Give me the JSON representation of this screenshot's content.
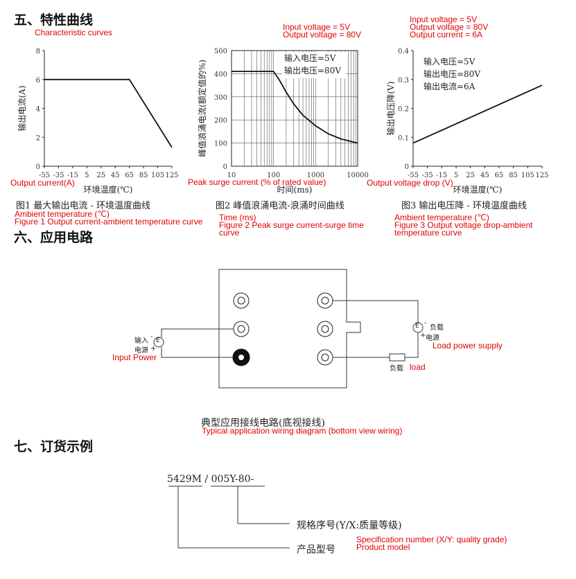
{
  "sections": {
    "five": "五、特性曲线",
    "six": "六、应用电路",
    "seven": "七、订货示例"
  },
  "annotations": {
    "characteristic_curves": "Characteristic curves",
    "fig2_conditions": [
      "Input voltage = 5V",
      "Output voltage = 80V"
    ],
    "fig3_conditions": [
      "Input voltage = 5V",
      "Output voltage = 80V",
      "Output current = 6A"
    ],
    "output_current": "Output current(A)",
    "peak_surge": "Peak surge current (% of rated value)",
    "output_voltage_drop": "Output voltage drop (V)",
    "ambient1": "Ambient temperature (℃)",
    "fig1_en": "Figure 1 Output current-ambient temperature curve",
    "time": "Time (ms)",
    "fig2_en": [
      "Figure 2 Peak surge current-surge time",
      "curve"
    ],
    "ambient3": "Ambient temperature (℃)",
    "fig3_en": [
      "Figure 3 Output voltage drop-ambient",
      "temperature curve"
    ],
    "input_power": "Input Power",
    "load_power_supply": "Load power supply",
    "load": "load",
    "typical_wiring": "Typical application wiring diagram (bottom view wiring)",
    "spec_number": "Specification number (X/Y: quality grade)",
    "product_model": "Product model"
  },
  "captions": {
    "fig1": "图1  最大输出电流 - 环境温度曲线",
    "fig2": "图2  峰值浪涌电流-浪涌时间曲线",
    "fig3": "图3  输出电压降 - 环境温度曲线",
    "circuit": "典型应用接线电路(底视接线)"
  },
  "circuit": {
    "input_label_1": "输入",
    "input_label_2": "电源",
    "input_minus": "-",
    "input_plus": "+",
    "load_minus": "-",
    "load_label_1": "负载",
    "load_plus": "+",
    "load_label_2": "电源",
    "load_box": "负载",
    "source_symbol": "E"
  },
  "order": {
    "model": "5429M",
    "separator": " / ",
    "spec": "005Y-80-",
    "spec_desc": "规格序号(Y/X:质量等级)",
    "model_desc": "产品型号"
  },
  "chart_data": [
    {
      "type": "line",
      "title": "",
      "xlabel": "环境温度(℃)",
      "ylabel": "输出电流(A)",
      "x_ticks": [
        "-55",
        "-35",
        "-15",
        "5",
        "25",
        "45",
        "65",
        "85",
        "105",
        "125"
      ],
      "y_ticks": [
        "0",
        "2",
        "4",
        "6",
        "8"
      ],
      "xlim": [
        -55,
        125
      ],
      "ylim": [
        0,
        8
      ],
      "series": [
        {
          "x": [
            -55,
            65,
            125
          ],
          "y": [
            6,
            6,
            1.3
          ]
        }
      ]
    },
    {
      "type": "line",
      "title": "",
      "xlabel": "时间(ms)",
      "ylabel": "峰值浪涌电流(额定值的%)",
      "scale": "log-x",
      "legend": [
        "输入电压=5V",
        "输出电压=80V"
      ],
      "x_ticks": [
        "10",
        "100",
        "1000",
        "10000"
      ],
      "y_ticks": [
        "0",
        "100",
        "200",
        "300",
        "400",
        "500"
      ],
      "xlim": [
        10,
        10000
      ],
      "ylim": [
        0,
        500
      ],
      "grid": true,
      "series": [
        {
          "x": [
            10,
            100,
            140,
            200,
            300,
            500,
            1000,
            2000,
            4000,
            10000
          ],
          "y": [
            410,
            410,
            370,
            320,
            270,
            220,
            175,
            140,
            118,
            100
          ]
        }
      ]
    },
    {
      "type": "line",
      "title": "",
      "xlabel": "环境温度(℃)",
      "ylabel": "输出电压降(V)",
      "legend": [
        "输入电压=5V",
        "输出电压=80V",
        "输出电流=6A"
      ],
      "x_ticks": [
        "-55",
        "-35",
        "-15",
        "5",
        "25",
        "45",
        "65",
        "85",
        "105",
        "125"
      ],
      "y_ticks": [
        "0",
        "0.1",
        "0.2",
        "0.3",
        "0.4"
      ],
      "xlim": [
        -55,
        125
      ],
      "ylim": [
        0,
        0.4
      ],
      "series": [
        {
          "x": [
            -55,
            125
          ],
          "y": [
            0.08,
            0.28
          ]
        }
      ]
    }
  ]
}
